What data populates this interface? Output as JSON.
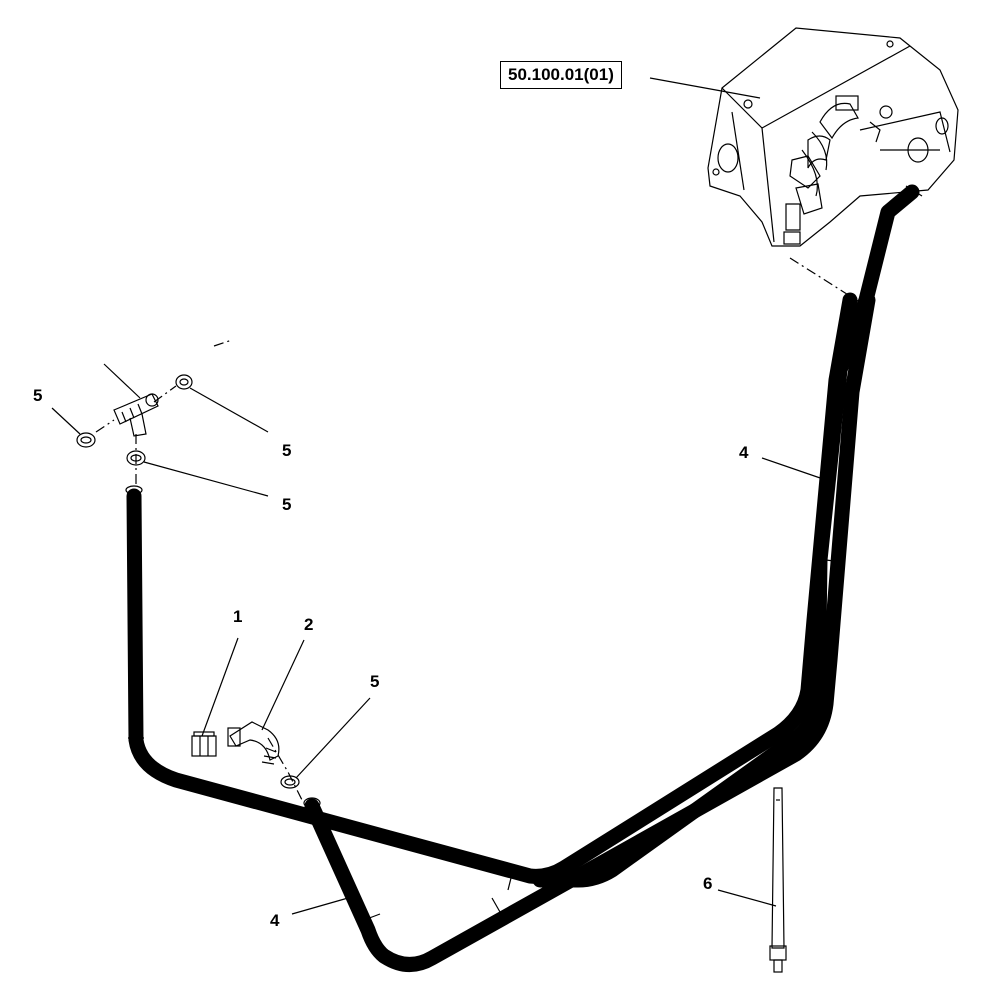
{
  "reference_label": "50.100.01(01)",
  "callouts": {
    "c1": "1",
    "c2": "2",
    "c4_right": "4",
    "c4_bottom": "4",
    "c5_left": "5",
    "c5_tee_right": "5",
    "c5_tee_below": "5",
    "c5_elbow": "5",
    "c6": "6"
  }
}
